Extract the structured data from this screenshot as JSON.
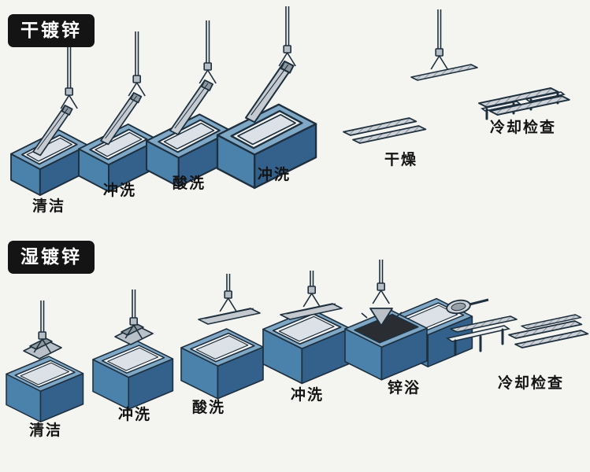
{
  "page": {
    "background": "#f4f4f1"
  },
  "sections": [
    {
      "badge": "干镀锌",
      "steps": [
        {
          "label": "清洁"
        },
        {
          "label": "冲洗"
        },
        {
          "label": "酸洗"
        },
        {
          "label": "冲洗"
        },
        {
          "label": "干燥"
        },
        {
          "label": "冷却检查"
        }
      ]
    },
    {
      "badge": "湿镀锌",
      "steps": [
        {
          "label": "清洁"
        },
        {
          "label": "冲洗"
        },
        {
          "label": "酸洗"
        },
        {
          "label": "冲洗"
        },
        {
          "label": "锌浴"
        },
        {
          "label": "冷却检查"
        }
      ]
    }
  ],
  "colors": {
    "background": "#f4f4f1",
    "outline": "#1e2f3d",
    "tank_front": "#4b82ab",
    "tank_side": "#33618c",
    "tank_rim": "#7fa8c6",
    "tank_interior": "#f3f5f6",
    "zinc_bath_dark": "#2a2e33",
    "steel_gray": "#c6cbd1",
    "badge_bg": "#141414",
    "badge_text": "#ffffff"
  }
}
